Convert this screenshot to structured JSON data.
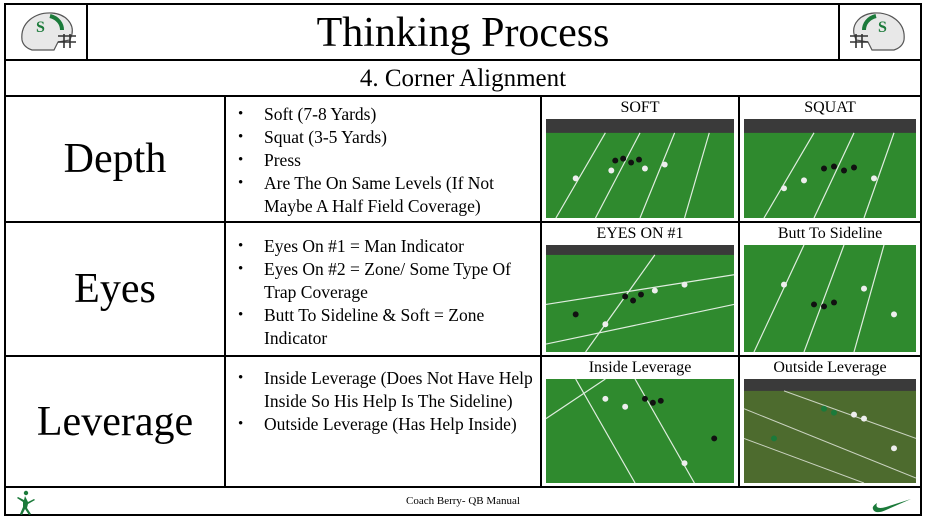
{
  "header": {
    "title": "Thinking Process",
    "subtitle": "4. Corner Alignment",
    "left_logo": "helmet-icon",
    "right_logo": "helmet-icon"
  },
  "rows": [
    {
      "label": "Depth",
      "bullets": [
        "Soft (7-8 Yards)",
        "Squat (3-5 Yards)",
        "Press",
        "Are The On Same Levels (If Not Maybe A Half Field Coverage)"
      ],
      "images": [
        {
          "caption": "SOFT"
        },
        {
          "caption": "SQUAT"
        }
      ]
    },
    {
      "label": "Eyes",
      "bullets": [
        "Eyes On #1 = Man Indicator",
        "Eyes On #2 = Zone/ Some Type Of Trap Coverage",
        "Butt To Sideline & Soft = Zone Indicator"
      ],
      "images": [
        {
          "caption": "EYES ON #1"
        },
        {
          "caption": "Butt To Sideline"
        }
      ]
    },
    {
      "label": "Leverage",
      "bullets": [
        "Inside Leverage (Does Not Have Help Inside So His Help Is The Sideline)",
        "Outside Leverage (Has Help Inside)"
      ],
      "images": [
        {
          "caption": "Inside Leverage"
        },
        {
          "caption": "Outside Leverage"
        }
      ]
    }
  ],
  "footer": {
    "text": "Coach Berry- QB Manual",
    "left_logo": "jumpman-icon",
    "right_logo": "swoosh-icon"
  },
  "colors": {
    "field_green": "#2f8a2e",
    "field_dark": "#1f5f22",
    "brand_green": "#1b7a3a"
  }
}
